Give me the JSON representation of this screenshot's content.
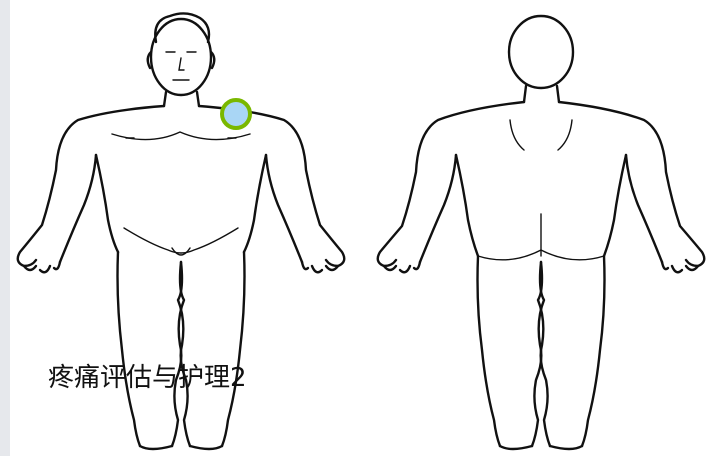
{
  "slide": {
    "caption": "疼痛评估与护理2"
  },
  "figures": [
    {
      "view": "front"
    },
    {
      "view": "back"
    }
  ],
  "marker": {
    "fill": "#a9d6f5",
    "ring": "#7ab800"
  }
}
